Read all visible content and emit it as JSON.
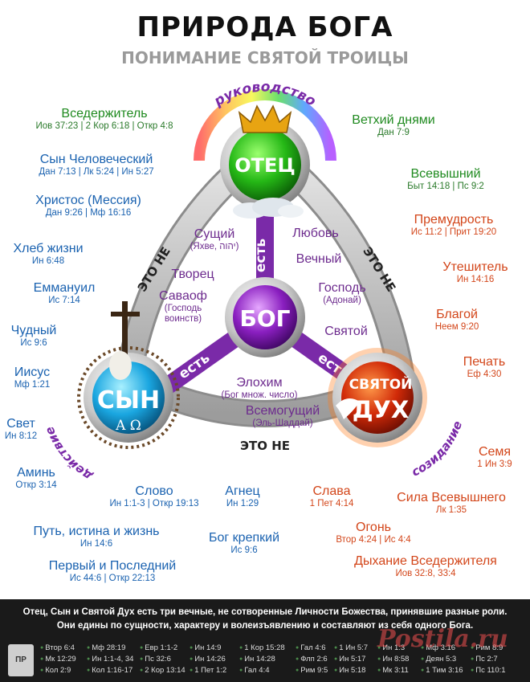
{
  "header": {
    "title": "ПРИРОДА БОГА",
    "subtitle": "ПОНИМАНИЕ СВЯТОЙ ТРОИЦЫ"
  },
  "diagram": {
    "nodes": {
      "father": "ОТЕЦ",
      "son": "СЫН",
      "son_symbol": "A Ω",
      "spirit_line1": "СВЯТОЙ",
      "spirit_line2": "ДУХ",
      "god": "БОГ"
    },
    "arc_labels": {
      "top": "руководство",
      "left": "действие",
      "right": "созидание"
    },
    "edges": {
      "left": "ЭТО НЕ",
      "right": "ЭТО НЕ",
      "bottom": "ЭТО НЕ",
      "spoke_top": "есть",
      "spoke_left": "есть",
      "spoke_right": "есть"
    },
    "inner_attributes": [
      {
        "name": "Сущий",
        "ref": "(Яхве, יהוה)"
      },
      {
        "name": "Любовь",
        "ref": ""
      },
      {
        "name": "Вечный",
        "ref": ""
      },
      {
        "name": "Творец",
        "ref": ""
      },
      {
        "name": "Господь",
        "ref": "(Адонай)"
      },
      {
        "name": "Саваоф",
        "ref": "(Господь воинств)"
      },
      {
        "name": "Святой",
        "ref": ""
      },
      {
        "name": "Элохим",
        "ref": "(Бог множ. число)"
      },
      {
        "name": "Всемогущий",
        "ref": "(Эль-Шаддай)"
      }
    ],
    "father_attributes": [
      {
        "name": "Вседержитель",
        "ref": "Иов 37:23 | 2 Кор 6:18 | Откр 4:8"
      },
      {
        "name": "Ветхий днями",
        "ref": "Дан 7:9"
      },
      {
        "name": "Всевышний",
        "ref": "Быт 14:18 | Пс 9:2"
      }
    ],
    "son_attributes": [
      {
        "name": "Сын Человеческий",
        "ref": "Дан 7:13 | Лк 5:24 | Ин 5:27"
      },
      {
        "name": "Христос (Мессия)",
        "ref": "Дан 9:26 | Мф 16:16"
      },
      {
        "name": "Хлеб жизни",
        "ref": "Ин 6:48"
      },
      {
        "name": "Еммануил",
        "ref": "Ис 7:14"
      },
      {
        "name": "Чудный",
        "ref": "Ис 9:6"
      },
      {
        "name": "Иисус",
        "ref": "Мф 1:21"
      },
      {
        "name": "Свет",
        "ref": "Ин 8:12"
      },
      {
        "name": "Аминь",
        "ref": "Откр 3:14"
      },
      {
        "name": "Слово",
        "ref": "Ин 1:1-3 | Откр 19:13"
      },
      {
        "name": "Агнец",
        "ref": "Ин 1:29"
      },
      {
        "name": "Путь, истина и жизнь",
        "ref": "Ин 14:6"
      },
      {
        "name": "Бог крепкий",
        "ref": "Ис 9:6"
      },
      {
        "name": "Первый и Последний",
        "ref": "Ис 44:6 | Откр 22:13"
      }
    ],
    "spirit_attributes": [
      {
        "name": "Премудрость",
        "ref": "Ис 11:2 | Прит 19:20"
      },
      {
        "name": "Утешитель",
        "ref": "Ин 14:16"
      },
      {
        "name": "Благой",
        "ref": "Неем 9:20"
      },
      {
        "name": "Печать",
        "ref": "Еф 4:30"
      },
      {
        "name": "Семя",
        "ref": "1 Ин 3:9"
      },
      {
        "name": "Сила Всевышнего",
        "ref": "Лк 1:35"
      },
      {
        "name": "Слава",
        "ref": "1 Пет 4:14"
      },
      {
        "name": "Огонь",
        "ref": "Втор 4:24 | Ис 4:4"
      },
      {
        "name": "Дыхание Вседержителя",
        "ref": "Иов 32:8, 33:4"
      }
    ]
  },
  "footer": {
    "line1": "Отец, Сын и Святой Дух есть три вечные, не сотворенные Личности Божества, принявшие разные роли.",
    "line2": "Они едины по сущности, характеру и волеизъявлению и составляют из себя одного Бога.",
    "badge": "ПР",
    "refs": [
      [
        "Втор 6:4",
        "Мф 28:19",
        "Евр 1:1-2",
        "Ин 14:9",
        "1 Кор 15:28",
        "Гал 4:6",
        "1 Ин 5:7",
        "Ин 1:3",
        "Мф 3:16",
        "Рим 8:9"
      ],
      [
        "Мк 12:29",
        "Ин 1:1-4, 34",
        "Пс 32:6",
        "Ин 14:26",
        "Ин 14:28",
        "Флп 2:6",
        "Ин 5:17",
        "Ин 8:58",
        "Деян 5:3",
        "Пс 2:7"
      ],
      [
        "Кол 2:9",
        "Кол 1:16-17",
        "2 Кор 13:14",
        "1 Пет 1:2",
        "Гал 4:4",
        "Рим 9:5",
        "Ин 5:18",
        "Мк 3:11",
        "1 Тим 3:16",
        "Пс 110:1"
      ]
    ],
    "watermark": "Postila.ru"
  }
}
